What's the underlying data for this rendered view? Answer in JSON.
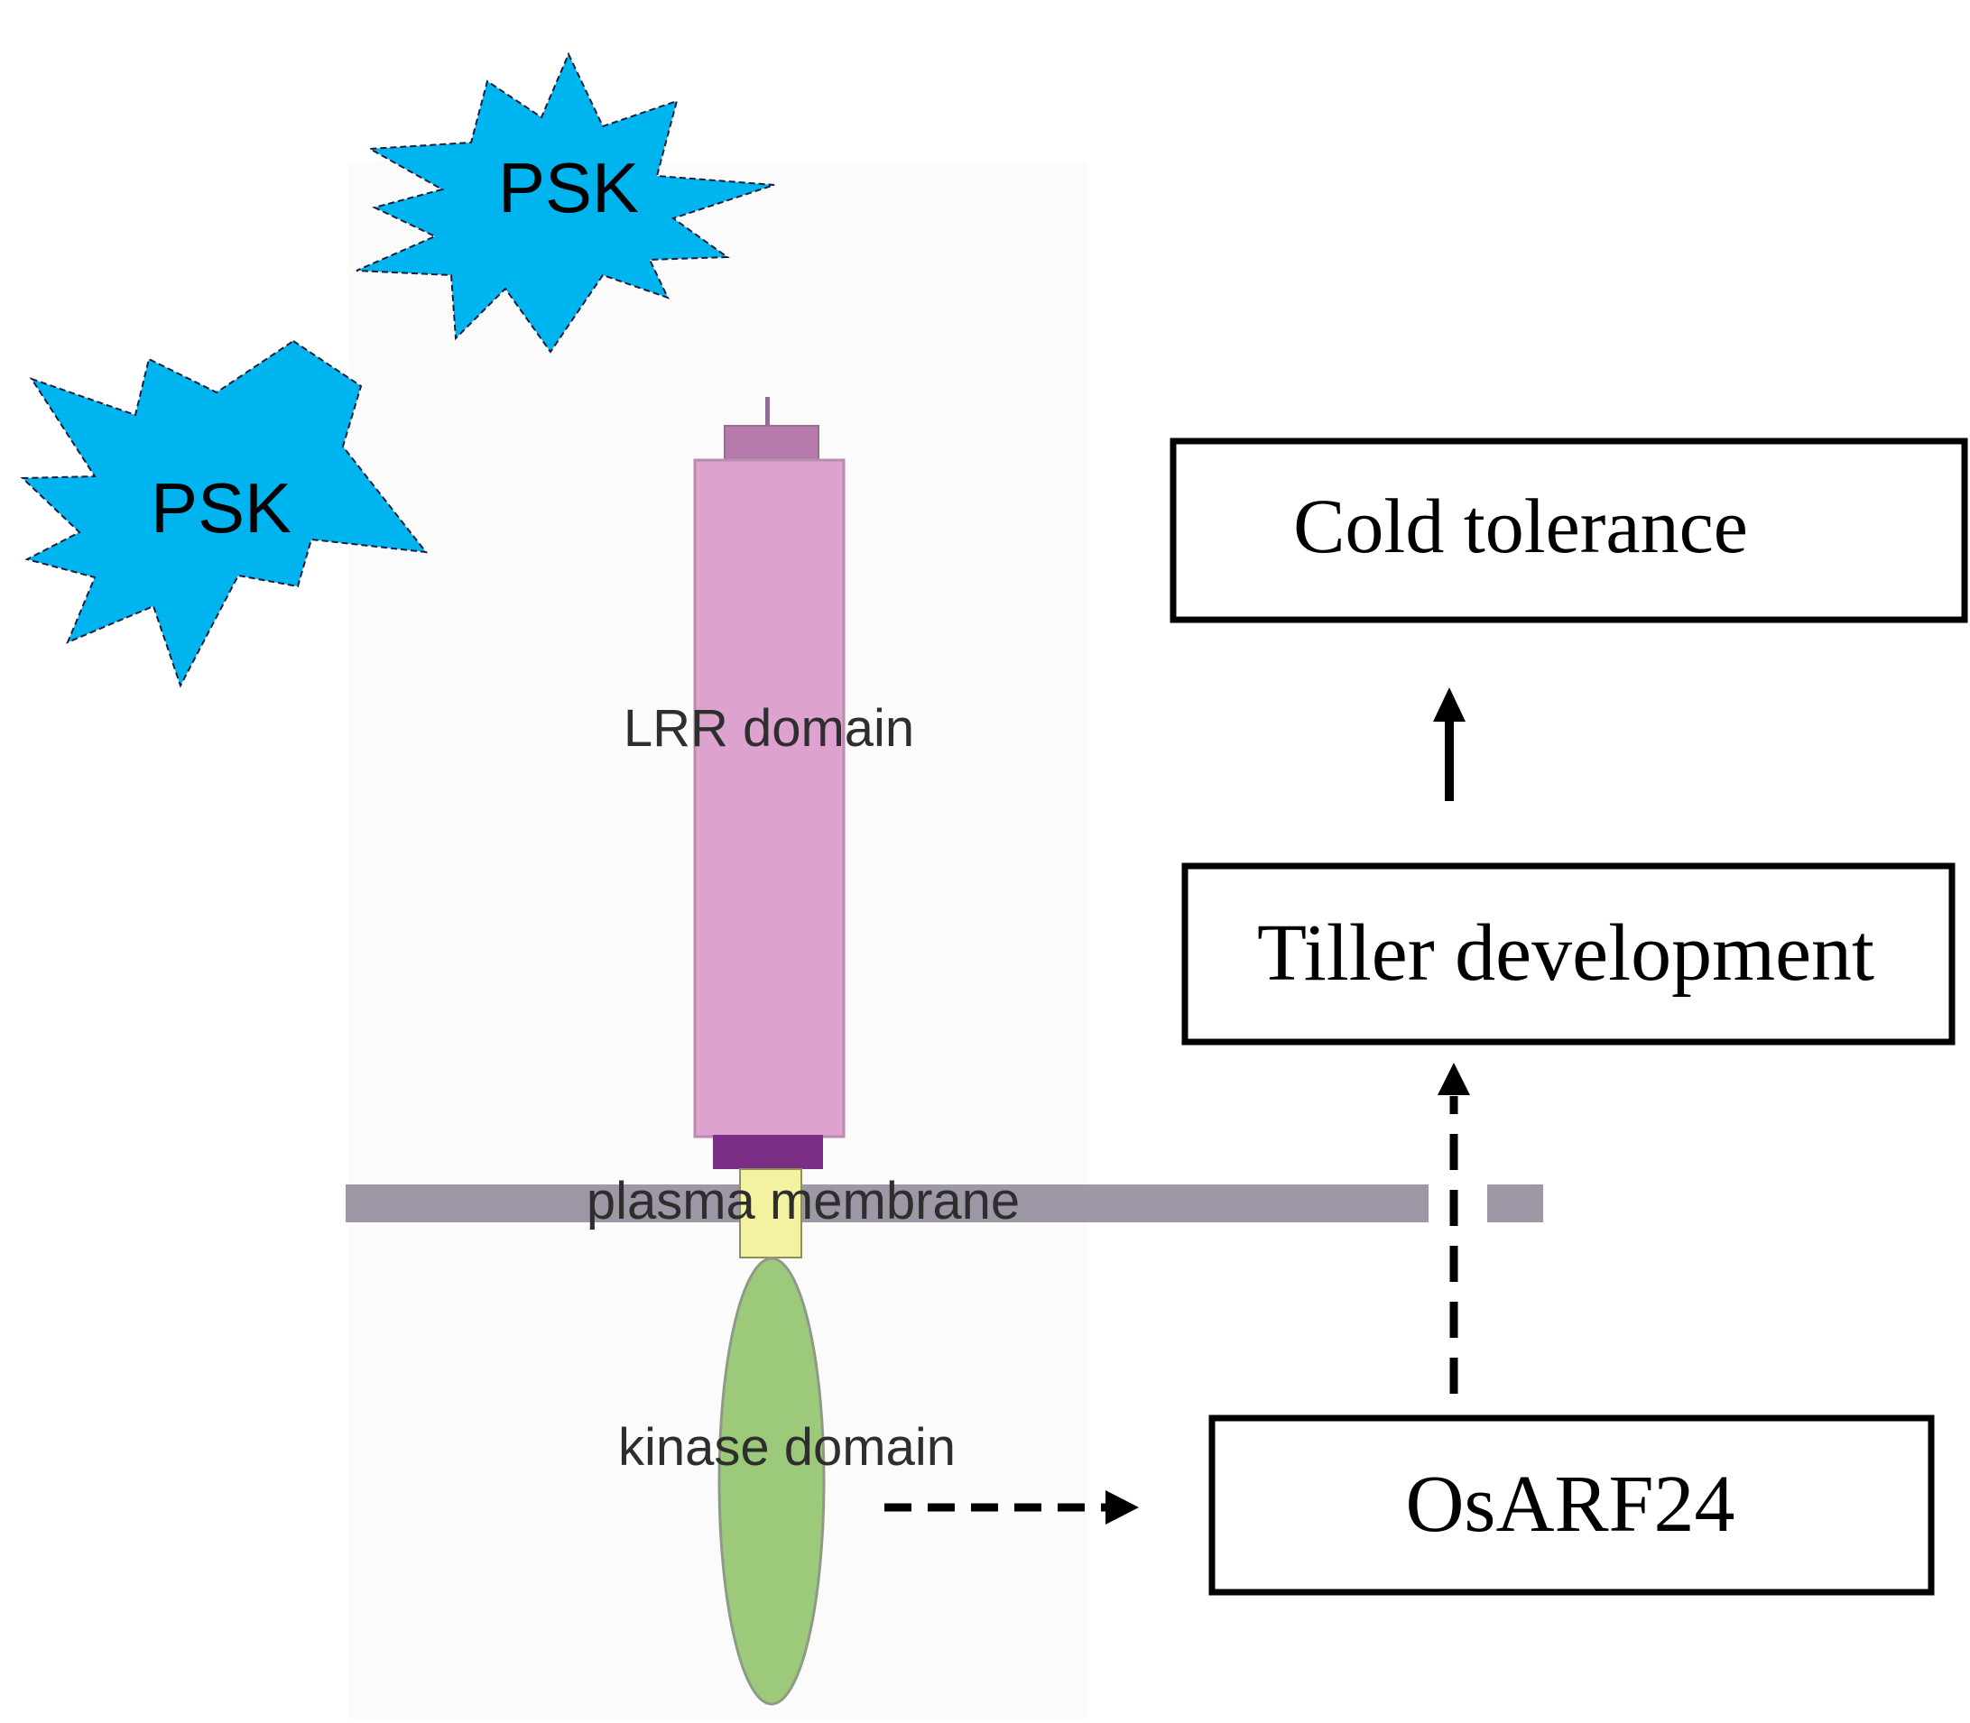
{
  "signals": {
    "psk_top": "PSK",
    "psk_left": "PSK"
  },
  "receptor": {
    "lrr_label": "LRR domain",
    "membrane_label": "plasma membrane",
    "kinase_label": "kinase domain"
  },
  "boxes": {
    "cold_tolerance": "Cold tolerance",
    "tiller_development": "Tiller development",
    "osarf24": "OsARF24"
  },
  "colors": {
    "psk_fill": "#00b4f0",
    "lrr_fill": "#dea2cf",
    "lrr_cap": "#b57aab",
    "juxtamembrane": "#7a2e86",
    "membrane": "#9e98a6",
    "transmembrane": "#f2f2a0",
    "kinase_fill": "#9cc97a",
    "box_border": "#000000"
  }
}
